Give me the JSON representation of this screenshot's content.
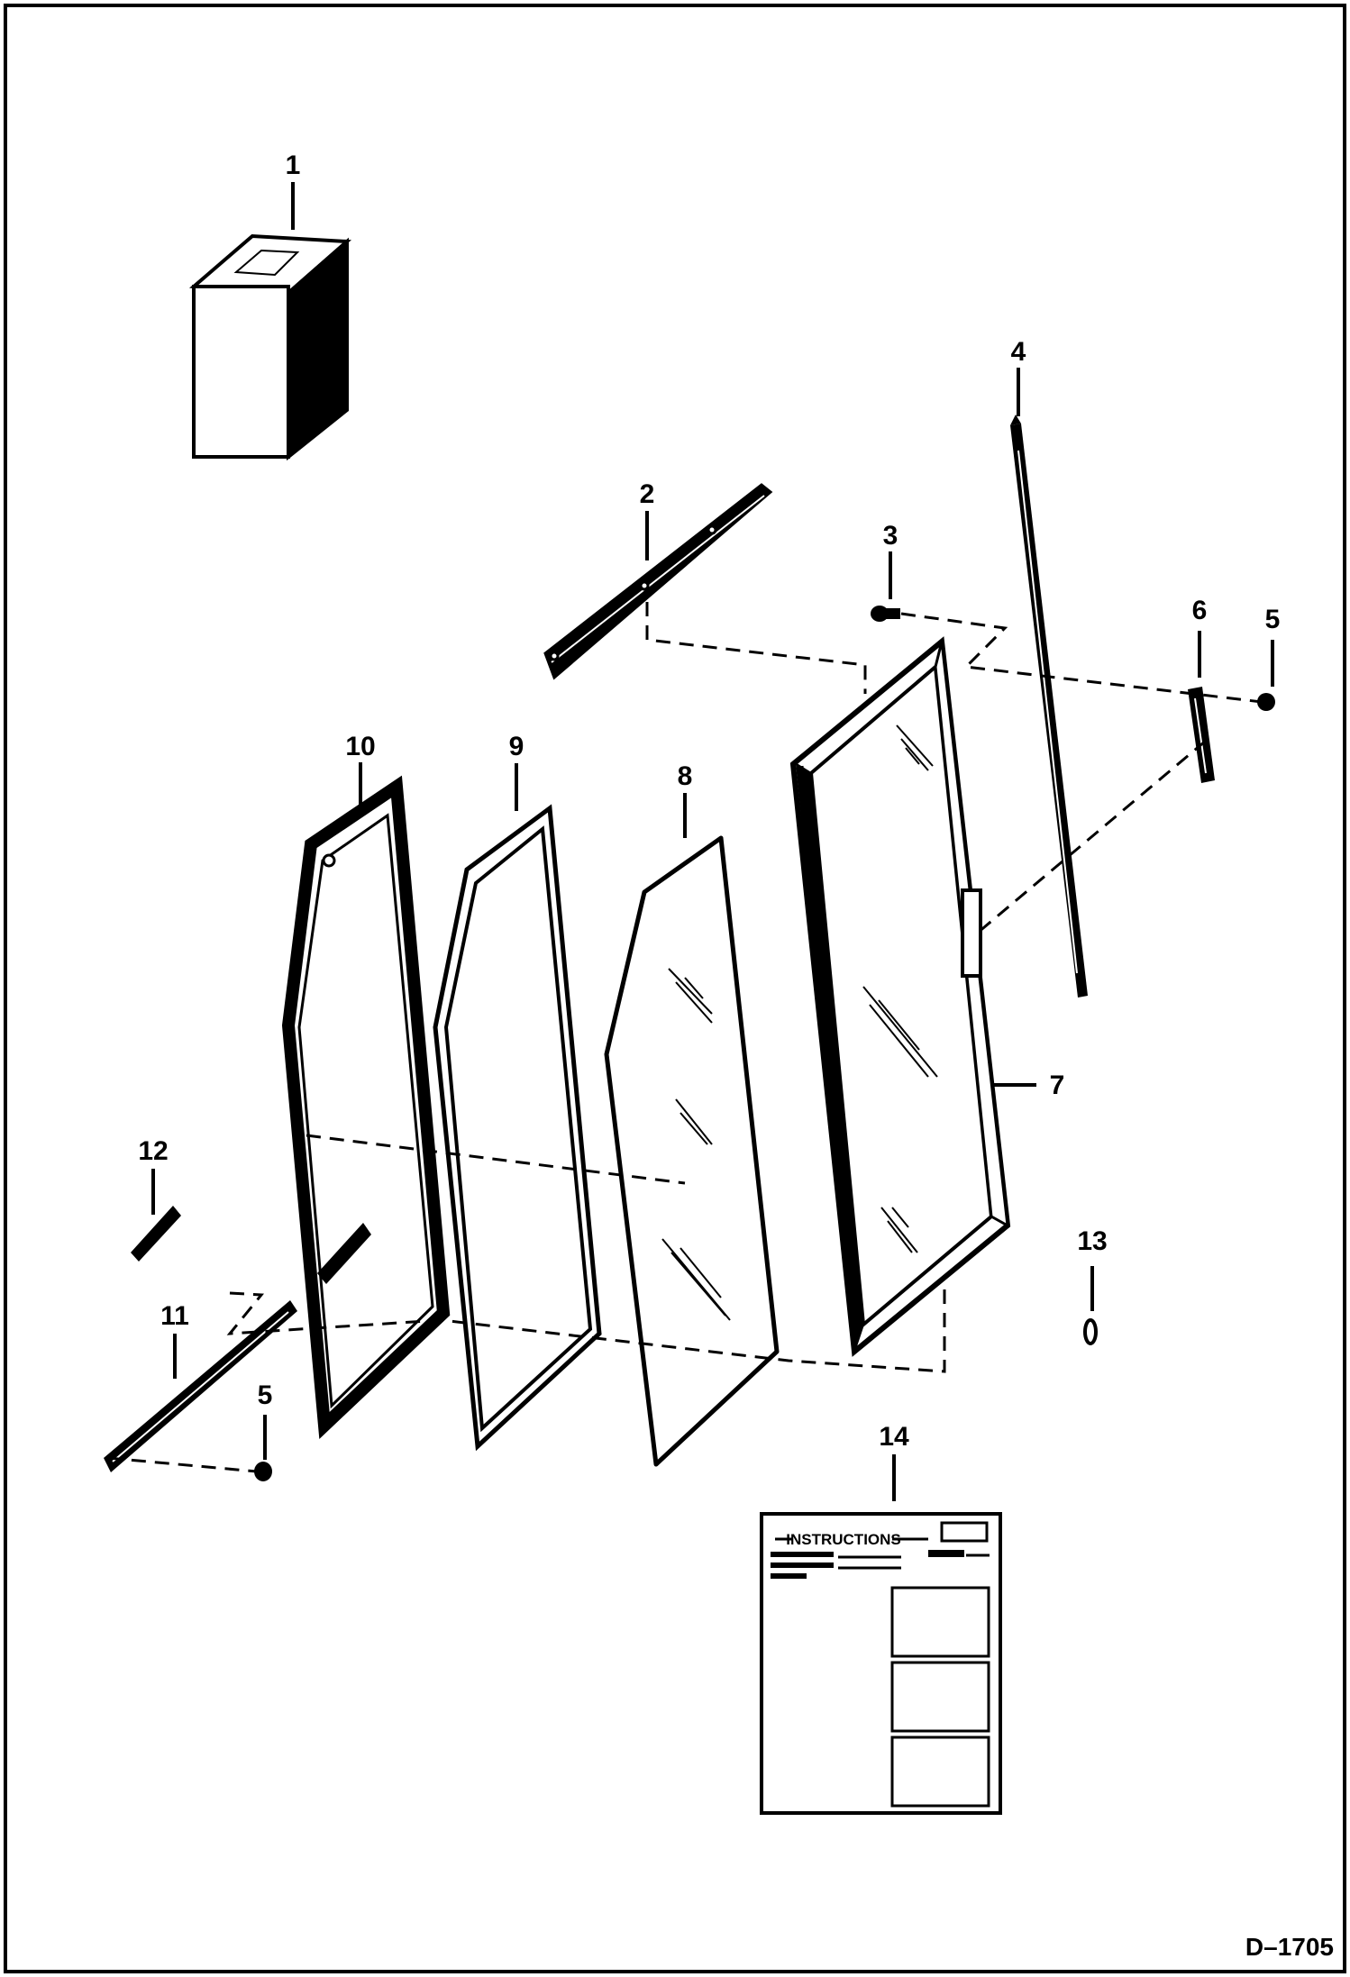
{
  "drawing_code": "D–1705",
  "callouts": [
    "1",
    "2",
    "3",
    "4",
    "5",
    "6",
    "7",
    "8",
    "9",
    "10",
    "11",
    "12",
    "13",
    "5",
    "14"
  ],
  "instruction_sheet": {
    "title": "INSTRUCTIONS"
  },
  "colors": {
    "ink": "#000000",
    "paper": "#ffffff"
  }
}
